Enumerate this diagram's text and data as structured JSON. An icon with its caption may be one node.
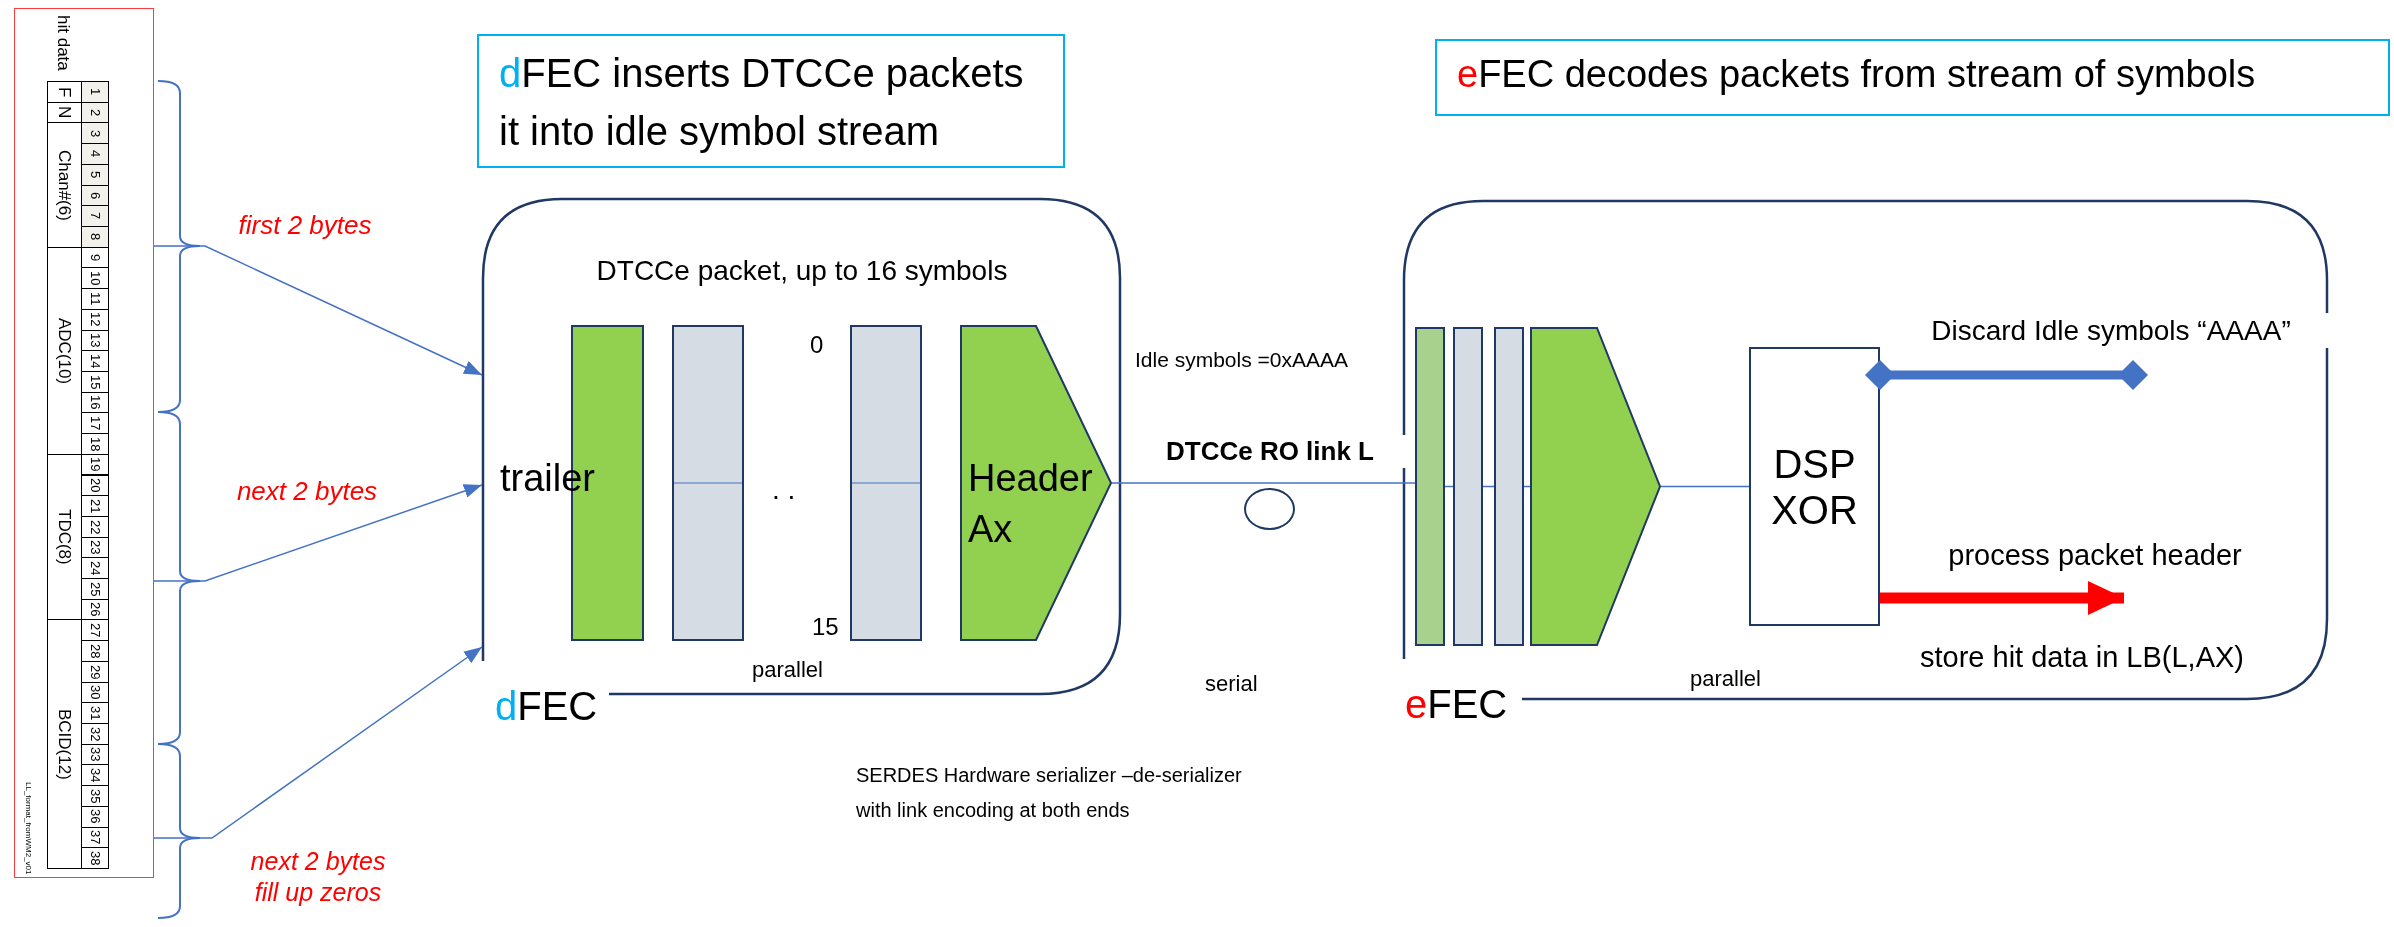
{
  "diagram": {
    "nodes": [
      {
        "text": [
          "hit data"
        ]
      },
      {
        "text": [
          "dFEC inserts DTCCe packets it into idle symbol stream"
        ]
      },
      {
        "text": [
          "eFEC decodes packets from stream of symbols"
        ]
      },
      {
        "text": [
          "DTCCe packet, up to 16 symbols",
          "dFEC"
        ]
      },
      {
        "text": [],
        "shape": "bar",
        "in": 3
      },
      {
        "text": [],
        "shape": "bar",
        "in": 3
      },
      {
        "text": [],
        "shape": "bar",
        "in": 3
      },
      {
        "text": [
          "Header Ax"
        ],
        "in": 3
      },
      {
        "text": [],
        "shape": "circle"
      },
      {
        "text": [
          "eFEC"
        ]
      },
      {
        "text": [],
        "shape": "bar",
        "in": 9
      },
      {
        "text": [],
        "shape": "bar",
        "in": 9
      },
      {
        "text": [],
        "shape": "bar",
        "in": 9
      },
      {
        "text": [],
        "shape": "pentagon",
        "in": 9
      },
      {
        "text": [
          "DSP XOR"
        ],
        "in": 9
      }
    ],
    "edges": [
      {
        "from": 0,
        "to": 3,
        "arrow": "to",
        "label": "first 2 bytes"
      },
      {
        "from": 0,
        "to": 3,
        "arrow": "to",
        "label": "next 2 bytes"
      },
      {
        "from": 0,
        "to": 3,
        "arrow": "to",
        "label": "next 2 bytes fill up zeros"
      },
      {
        "from": 7,
        "to": 10,
        "arrow": "none",
        "label": "DTCCe RO link L"
      },
      {
        "from": 10,
        "to": 11,
        "arrow": "none"
      },
      {
        "from": 11,
        "to": 12,
        "arrow": "none"
      },
      {
        "from": 12,
        "to": 13,
        "arrow": "none"
      },
      {
        "from": 13,
        "to": 14,
        "arrow": "none"
      },
      {
        "from": 14,
        "to": null,
        "arrow": "other",
        "style": "thick",
        "label": "Discard Idle symbols “AAAA”"
      },
      {
        "from": 14,
        "to": null,
        "arrow": "to",
        "style": "thick",
        "color": "#ff0000",
        "label": "process packet header"
      }
    ],
    "labels": [
      "F",
      "N",
      "Chan#(6)",
      "ADC(10)",
      "TDC(8)",
      "BCID(12)",
      "1",
      "2",
      "3",
      "4",
      "5",
      "6",
      "7",
      "8",
      "9",
      "10",
      "11",
      "12",
      "13",
      "14",
      "15",
      "16",
      "17",
      "18",
      "19",
      "20",
      "21",
      "22",
      "23",
      "24",
      "25",
      "26",
      "27",
      "28",
      "29",
      "30",
      "31",
      "32",
      "33",
      "34",
      "35",
      "36",
      "37",
      "38",
      "LL_format_fromWM2_v01",
      "trailer",
      "0",
      ". .",
      "15",
      "parallel",
      "Idle symbols =0xAAAA",
      "serial",
      "parallel",
      "store hit data in LB(L,AX)",
      "SERDES Hardware serializer –de-serializer with link encoding at both ends"
    ]
  }
}
